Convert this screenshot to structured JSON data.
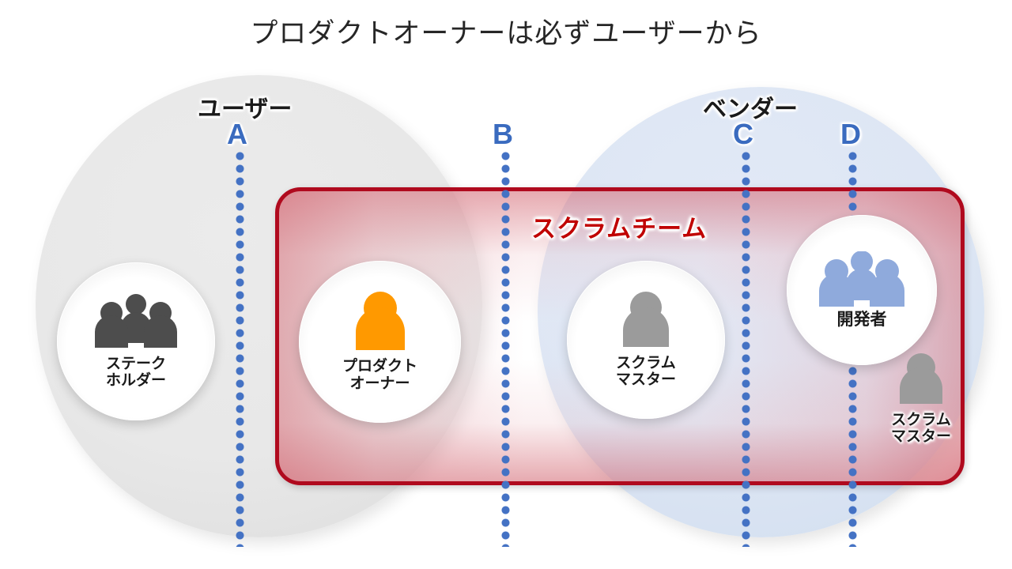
{
  "title": "プロダクトオーナーは必ずユーザーから",
  "groups": [
    {
      "id": "users",
      "label": "ユーザー",
      "color": "#e4e4e4"
    },
    {
      "id": "vendor",
      "label": "ベンダー",
      "color": "#dbe5f3"
    }
  ],
  "scrum_box": {
    "label": "スクラムチーム",
    "border_color": "#B00A1E",
    "label_color": "#C00000"
  },
  "dotted_lines": [
    {
      "letter": "A",
      "color": "#3A6BBF"
    },
    {
      "letter": "B",
      "color": "#3A6BBF"
    },
    {
      "letter": "C",
      "color": "#3A6BBF"
    },
    {
      "letter": "D",
      "color": "#3A6BBF"
    }
  ],
  "roles": [
    {
      "id": "stakeholder",
      "name": "ステーク\nホルダー",
      "icon": "group-of-three-people-icon",
      "icon_color": "#4D4D4D",
      "group": "users"
    },
    {
      "id": "product-owner",
      "name": "プロダクト\nオーナー",
      "icon": "single-person-icon",
      "icon_color": "#FF9900",
      "group": "users"
    },
    {
      "id": "scrum-master",
      "name": "スクラム\nマスター",
      "icon": "single-person-icon",
      "icon_color": "#9B9B9B",
      "group": "vendor"
    },
    {
      "id": "developer",
      "name": "開発者",
      "icon": "group-of-three-people-icon",
      "icon_color": "#8FAADC",
      "group": "vendor"
    },
    {
      "id": "scrum-master-alt",
      "name": "スクラム\nマスター",
      "icon": "single-person-icon",
      "icon_color": "#9B9B9B",
      "group": "vendor"
    }
  ]
}
